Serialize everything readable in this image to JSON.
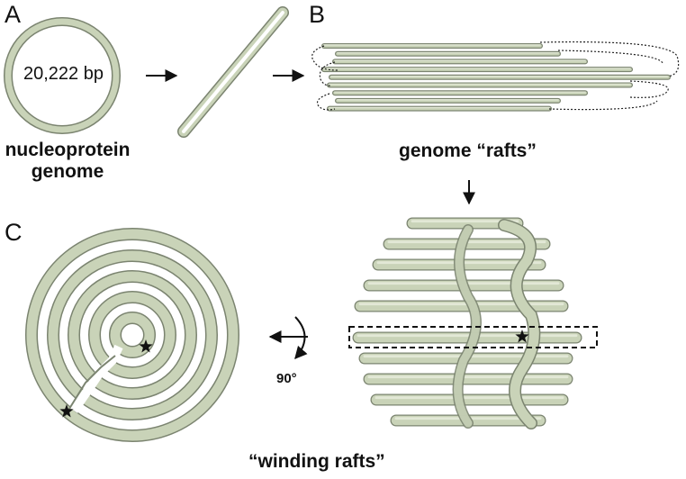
{
  "panels": {
    "a": {
      "letter": "A",
      "genome_size": "20,222 bp",
      "caption_line1": "nucleoprotein",
      "caption_line2": "genome"
    },
    "b": {
      "letter": "B",
      "caption": "genome “rafts”"
    },
    "c": {
      "letter": "C",
      "caption": "“winding rafts”",
      "rotation": "90°"
    }
  },
  "colors": {
    "tube_fill": "#c9d3b8",
    "tube_edge": "#7b8470",
    "tube_highlight": "#e2e8d6",
    "ink": "#111111"
  },
  "icons": [
    "arrow-right-icon",
    "arrow-down-icon",
    "rotate-arrow-icon",
    "star-icon"
  ]
}
